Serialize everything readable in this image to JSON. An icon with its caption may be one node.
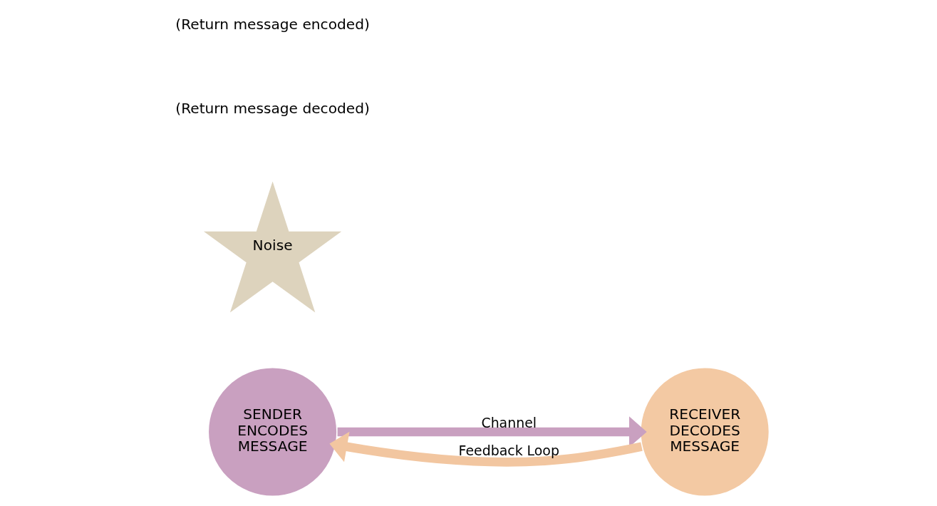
{
  "diagram": {
    "nodes": [
      {
        "text": [
          "SENDER ENCODES MESSAGE"
        ]
      },
      {
        "text": [
          "RECEIVER DECODES MESSAGE"
        ]
      },
      {
        "text": [
          "Noise"
        ]
      }
    ],
    "edges": [
      {
        "from": 0,
        "to": 1,
        "arrow": "to",
        "label": "Channel",
        "color": "#c9a0c0"
      },
      {
        "from": 1,
        "to": 0,
        "arrow": "to",
        "label": "Feedback Loop",
        "color": "#f2c6a0"
      }
    ],
    "labels": [
      "(Return message decoded)",
      "(Return message encoded)"
    ]
  }
}
